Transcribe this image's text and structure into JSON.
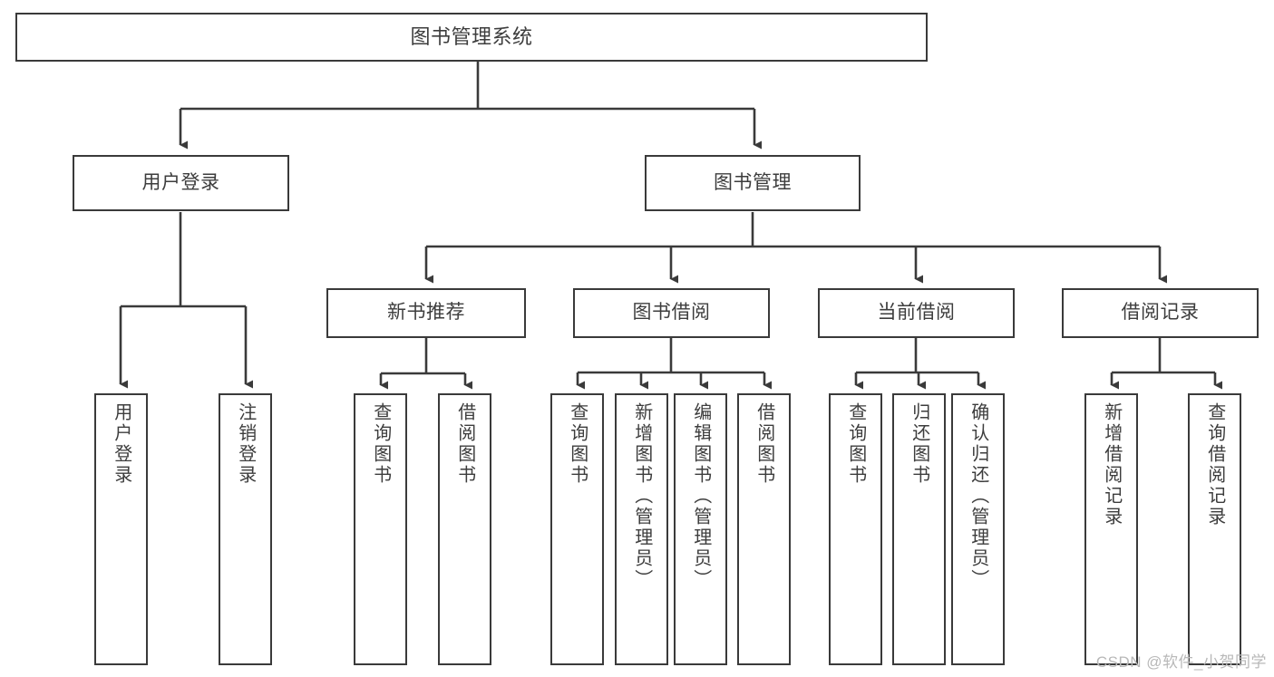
{
  "diagram": {
    "title": "图书管理系统",
    "type": "function-structure-tree",
    "watermark": "CSDN @软件_小贺同学",
    "colors": {
      "border": "#3a3a3a",
      "text": "#3d3d3d",
      "background": "#ffffff",
      "watermark": "#b8b8b8"
    },
    "levels": {
      "root": {
        "label": "图书管理系统"
      },
      "level2": [
        {
          "id": "user-login",
          "label": "用户登录"
        },
        {
          "id": "book-manage",
          "label": "图书管理"
        }
      ],
      "level3": [
        {
          "id": "new-book-rec",
          "label": "新书推荐"
        },
        {
          "id": "book-borrow",
          "label": "图书借阅"
        },
        {
          "id": "current-borrow",
          "label": "当前借阅"
        },
        {
          "id": "borrow-record",
          "label": "借阅记录"
        }
      ],
      "leaves": [
        {
          "id": "leaf-user-login",
          "label": "用户登录",
          "parent": "user-login"
        },
        {
          "id": "leaf-logout",
          "label": "注销登录",
          "parent": "user-login"
        },
        {
          "id": "leaf-query-book-1",
          "label": "查询图书",
          "parent": "new-book-rec"
        },
        {
          "id": "leaf-borrow-book-1",
          "label": "借阅图书",
          "parent": "new-book-rec"
        },
        {
          "id": "leaf-query-book-2",
          "label": "查询图书",
          "parent": "book-borrow"
        },
        {
          "id": "leaf-add-book",
          "label": "新增图书（管理员）",
          "parent": "book-borrow"
        },
        {
          "id": "leaf-edit-book",
          "label": "编辑图书（管理员）",
          "parent": "book-borrow"
        },
        {
          "id": "leaf-borrow-book-2",
          "label": "借阅图书",
          "parent": "book-borrow"
        },
        {
          "id": "leaf-query-book-3",
          "label": "查询图书",
          "parent": "current-borrow"
        },
        {
          "id": "leaf-return-book",
          "label": "归还图书",
          "parent": "current-borrow"
        },
        {
          "id": "leaf-confirm-return",
          "label": "确认归还（管理员）",
          "parent": "current-borrow"
        },
        {
          "id": "leaf-add-record",
          "label": "新增借阅记录",
          "parent": "borrow-record"
        },
        {
          "id": "leaf-query-record",
          "label": "查询借阅记录",
          "parent": "borrow-record"
        }
      ]
    }
  }
}
